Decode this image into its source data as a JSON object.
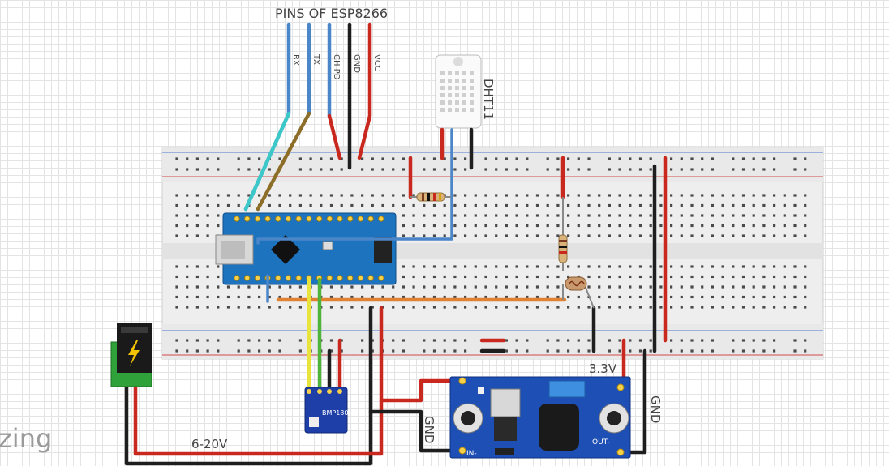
{
  "labels": {
    "pins_title": "PINS OF ESP8266",
    "pin_rx": "RX",
    "pin_tx": "TX",
    "pin_chpd": "CH PD",
    "pin_gnd": "GND",
    "pin_vcc": "VCC",
    "sensor_dht": "DHT11",
    "sensor_bmp": "BMP180",
    "v33": "3.3V",
    "gnd_right": "GND",
    "gnd_regulator": "GND",
    "power_range": "6-20V",
    "in_minus": "IN-",
    "out_minus": "OUT-",
    "watermark": "zing"
  },
  "colors": {
    "wire_blue": "#4a86c8",
    "wire_red": "#c8281e",
    "wire_black": "#1e1e1e",
    "wire_cyan": "#3cc8c8",
    "wire_brown": "#8c6e28",
    "wire_yellow": "#e8e43c",
    "wire_green": "#50b43c",
    "wire_orange": "#e08232",
    "arduino_board": "#1e73be",
    "regulator_board": "#1e4fb4",
    "breadboard": "#f0f0f0"
  }
}
